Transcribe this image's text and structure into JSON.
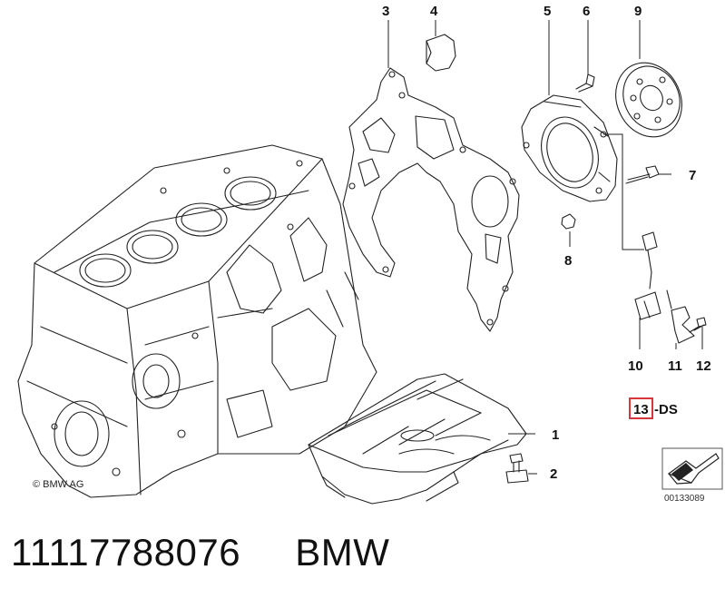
{
  "diagram": {
    "callouts": [
      {
        "number": "1"
      },
      {
        "number": "2"
      },
      {
        "number": "3"
      },
      {
        "number": "4"
      },
      {
        "number": "5"
      },
      {
        "number": "6"
      },
      {
        "number": "7"
      },
      {
        "number": "8"
      },
      {
        "number": "9"
      },
      {
        "number": "10"
      },
      {
        "number": "11"
      },
      {
        "number": "12"
      }
    ],
    "highlighted_callout": {
      "number": "13",
      "suffix": "-DS",
      "box_color": "#d9363e"
    },
    "copyright": "© BMW AG",
    "diagram_id": "00133089"
  },
  "footer": {
    "part_number": "11117788076",
    "brand": "BMW"
  }
}
